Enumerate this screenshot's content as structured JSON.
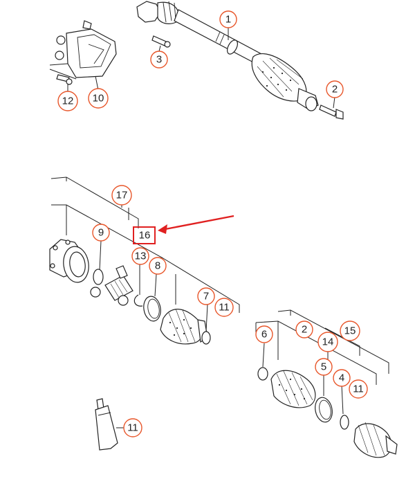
{
  "accent_color": "#e8562a",
  "highlight_color": "#e02020",
  "callouts": [
    {
      "id": "c1",
      "label": "1"
    },
    {
      "id": "c2a",
      "label": "2"
    },
    {
      "id": "c3",
      "label": "3"
    },
    {
      "id": "c12",
      "label": "12"
    },
    {
      "id": "c10",
      "label": "10"
    },
    {
      "id": "c17",
      "label": "17"
    },
    {
      "id": "c9",
      "label": "9"
    },
    {
      "id": "c16",
      "label": "16"
    },
    {
      "id": "c13",
      "label": "13"
    },
    {
      "id": "c8",
      "label": "8"
    },
    {
      "id": "c7",
      "label": "7"
    },
    {
      "id": "c11a",
      "label": "11"
    },
    {
      "id": "c6",
      "label": "6"
    },
    {
      "id": "c2b",
      "label": "2"
    },
    {
      "id": "c15",
      "label": "15"
    },
    {
      "id": "c14",
      "label": "14"
    },
    {
      "id": "c5",
      "label": "5"
    },
    {
      "id": "c4",
      "label": "4"
    },
    {
      "id": "c11b",
      "label": "11"
    },
    {
      "id": "c11c",
      "label": "11"
    }
  ],
  "highlighted_callout": "16",
  "icons": {
    "arrow": "arrow-left-icon"
  }
}
